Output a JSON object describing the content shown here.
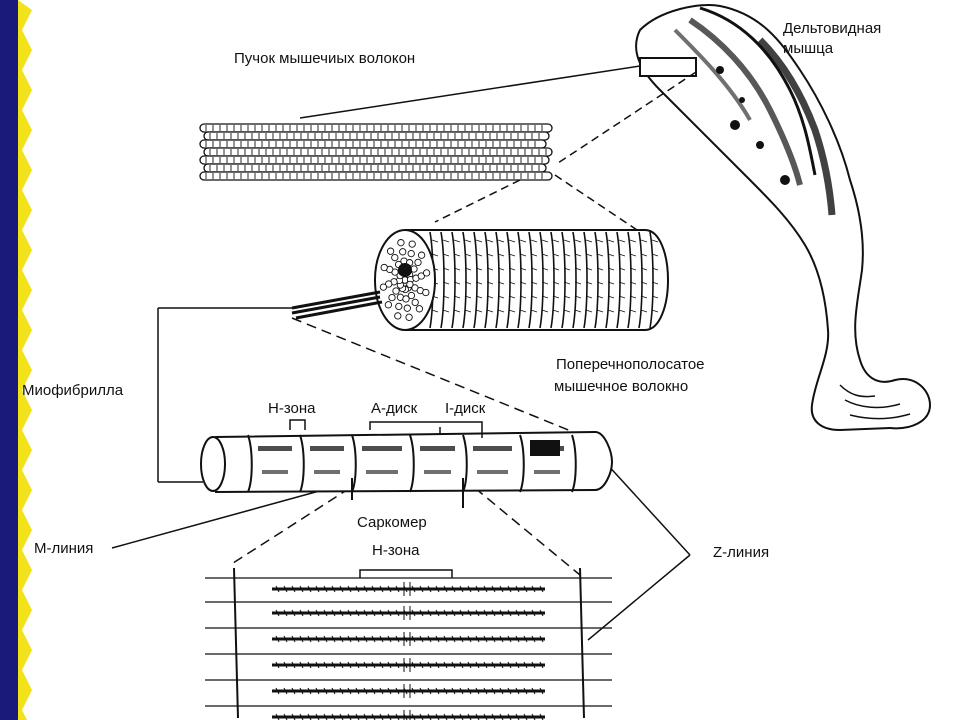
{
  "slide": {
    "background": "#ffffff",
    "accent_bar": "#1a1a7a",
    "accent_zigzag": "#f2e21a"
  },
  "labels": {
    "bundle": "Пучок мышечиых волокон",
    "deltoid_1": "Дельтовидная",
    "deltoid_2": "мышца",
    "fiber_1": "Поперечнополосатое",
    "fiber_2": "мышечное волокно",
    "myofibril": "Миофибрилла",
    "h_zone_top": "Н-зона",
    "a_disc": "А-диск",
    "i_disc": "I-диск",
    "sarcomere": "Саркомер",
    "m_line": "М-линия",
    "h_zone_bottom": "Н-зона",
    "z_line": "Z-линия"
  },
  "icons": {
    "arm": "arm-illustration-icon",
    "bundle": "muscle-bundle-icon",
    "fiber": "muscle-fiber-icon",
    "myofibril": "myofibril-icon",
    "sarcomere": "sarcomere-filaments-icon"
  }
}
